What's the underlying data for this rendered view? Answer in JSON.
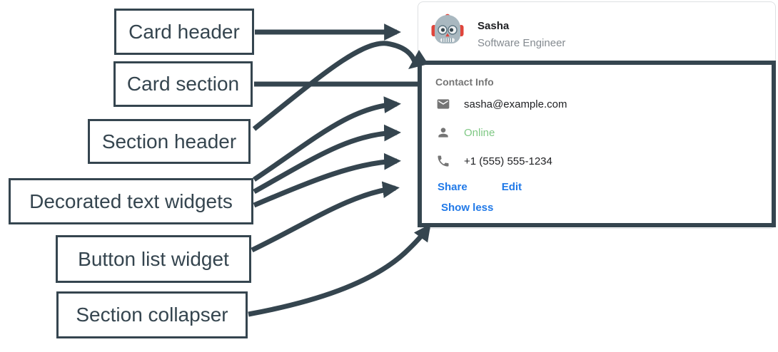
{
  "colors": {
    "annotation_dark": "#35454F",
    "link_blue": "#2079E8",
    "online_green": "#7FC884",
    "icon_gray": "#757575",
    "text_dark": "#202124",
    "subtitle_gray": "#848A90",
    "card_border": "#DEE0E3"
  },
  "labels": [
    {
      "id": "card-header",
      "text": "Card header"
    },
    {
      "id": "card-section",
      "text": "Card section"
    },
    {
      "id": "section-header",
      "text": "Section header"
    },
    {
      "id": "decorated-text-widgets",
      "text": "Decorated text widgets"
    },
    {
      "id": "button-list-widget",
      "text": "Button list widget"
    },
    {
      "id": "section-collapser",
      "text": "Section collapser"
    }
  ],
  "card": {
    "header": {
      "avatar_icon": "robot-avatar-icon",
      "name": "Sasha",
      "subtitle": "Software Engineer"
    },
    "section": {
      "header": "Contact Info",
      "rows": [
        {
          "icon": "email-icon",
          "text": "sasha@example.com"
        },
        {
          "icon": "person-icon",
          "text": "Online",
          "status_color": "#7FC884"
        },
        {
          "icon": "phone-icon",
          "text": "+1 (555) 555-1234"
        }
      ],
      "buttons": [
        {
          "label": "Share"
        },
        {
          "label": "Edit"
        }
      ],
      "collapser_label": "Show less"
    }
  }
}
